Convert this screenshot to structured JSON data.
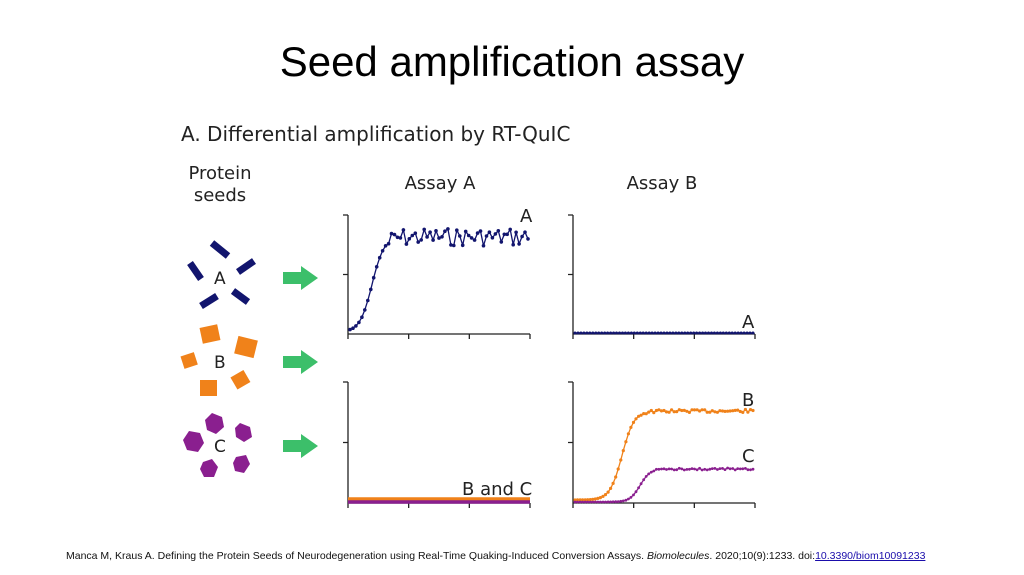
{
  "slide": {
    "title": "Seed amplification assay"
  },
  "figure": {
    "heading": "A. Differential amplification by RT-QuIC",
    "seeds_heading": [
      "Protein",
      "seeds"
    ],
    "assay_a_heading": "Assay A",
    "assay_b_heading": "Assay B",
    "seeds": [
      {
        "label": "A",
        "shape": "rods",
        "color": "#12156e"
      },
      {
        "label": "B",
        "shape": "squares",
        "color": "#f0821a"
      },
      {
        "label": "C",
        "shape": "polygons",
        "color": "#8a1f8f"
      }
    ],
    "arrow_color": "#3cbf6a",
    "panel_labels": {
      "top_left": "A",
      "top_right": "A",
      "bottom_left": "B and C",
      "bottom_right_b": "B",
      "bottom_right_c": "C"
    },
    "series_colors": {
      "A": "#12156e",
      "B": "#f0821a",
      "C": "#8a1f8f"
    }
  },
  "citation": {
    "text": "Manca M, Kraus A. Defining the Protein Seeds of Neurodegeneration using Real-Time Quaking-Induced Conversion Assays. ",
    "journal": "Biomolecules",
    "details": ". 2020;10(9):1233. doi:",
    "doi": "10.3390/biom10091233"
  }
}
